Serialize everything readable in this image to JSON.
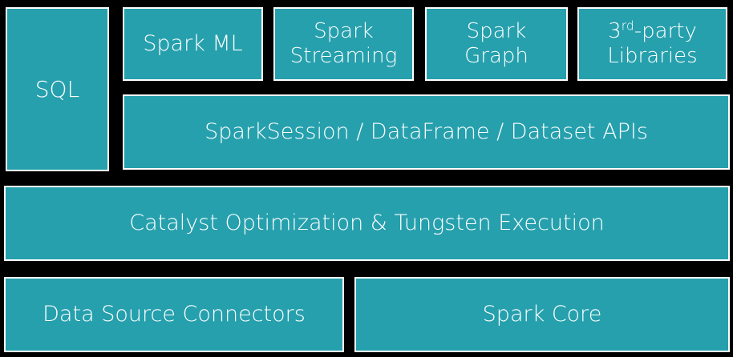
{
  "colors": {
    "background": "#000000",
    "box_fill": "#26a0ad",
    "box_border": "#ffffff",
    "text": "#ffffff"
  },
  "diagram": {
    "sql": "SQL",
    "spark_ml": "Spark ML",
    "spark_streaming": {
      "line1": "Spark",
      "line2": "Streaming"
    },
    "spark_graph": {
      "line1": "Spark",
      "line2": "Graph"
    },
    "third_party": {
      "number": "3",
      "superscript": "rd",
      "suffix": "-party",
      "line2": "Libraries"
    },
    "session_apis": "SparkSession / DataFrame / Dataset APIs",
    "catalyst": "Catalyst Optimization & Tungsten Execution",
    "data_source_connectors": "Data Source Connectors",
    "spark_core": "Spark Core"
  }
}
